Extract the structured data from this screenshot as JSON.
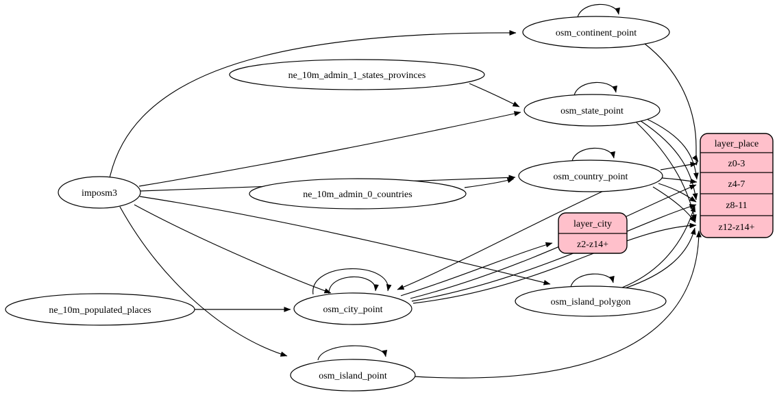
{
  "diagram": {
    "type": "digraph",
    "background": "#ffffff",
    "table_node_fill": "#ffffff",
    "layer_node_fill": "#ffc0cb",
    "edge_color": "#000000",
    "nodes": {
      "imposm3": {
        "label": "imposm3"
      },
      "ne_10m_admin_1_states_provinces": {
        "label": "ne_10m_admin_1_states_provinces"
      },
      "ne_10m_admin_0_countries": {
        "label": "ne_10m_admin_0_countries"
      },
      "ne_10m_populated_places": {
        "label": "ne_10m_populated_places"
      },
      "osm_continent_point": {
        "label": "osm_continent_point"
      },
      "osm_state_point": {
        "label": "osm_state_point"
      },
      "osm_country_point": {
        "label": "osm_country_point"
      },
      "osm_city_point": {
        "label": "osm_city_point"
      },
      "osm_island_polygon": {
        "label": "osm_island_polygon"
      },
      "osm_island_point": {
        "label": "osm_island_point"
      },
      "layer_place": {
        "title": "layer_place",
        "rows": [
          "z0-3",
          "z4-7",
          "z8-11",
          "z12-z14+"
        ]
      },
      "layer_city": {
        "title": "layer_city",
        "rows": [
          "z2-z14+"
        ]
      }
    },
    "edges": [
      {
        "from": "imposm3",
        "to": "osm_continent_point"
      },
      {
        "from": "imposm3",
        "to": "osm_state_point"
      },
      {
        "from": "imposm3",
        "to": "osm_country_point"
      },
      {
        "from": "imposm3",
        "to": "osm_city_point"
      },
      {
        "from": "imposm3",
        "to": "osm_island_polygon"
      },
      {
        "from": "imposm3",
        "to": "osm_island_point"
      },
      {
        "from": "ne_10m_admin_1_states_provinces",
        "to": "osm_state_point"
      },
      {
        "from": "ne_10m_admin_0_countries",
        "to": "osm_country_point"
      },
      {
        "from": "ne_10m_populated_places",
        "to": "osm_city_point"
      },
      {
        "from": "osm_continent_point",
        "to": "osm_continent_point",
        "self_loop": true
      },
      {
        "from": "osm_state_point",
        "to": "osm_state_point",
        "self_loop": true
      },
      {
        "from": "osm_country_point",
        "to": "osm_country_point",
        "self_loop": true
      },
      {
        "from": "osm_city_point",
        "to": "osm_city_point",
        "self_loop": true
      },
      {
        "from": "osm_city_point",
        "to": "osm_city_point",
        "self_loop": true
      },
      {
        "from": "osm_island_polygon",
        "to": "osm_island_polygon",
        "self_loop": true
      },
      {
        "from": "osm_island_point",
        "to": "osm_island_point",
        "self_loop": true
      },
      {
        "from": "osm_continent_point",
        "to": "layer_place",
        "to_row": "z0-3"
      },
      {
        "from": "osm_country_point",
        "to": "layer_place",
        "to_row": "z0-3"
      },
      {
        "from": "osm_country_point",
        "to": "layer_place",
        "to_row": "z4-7"
      },
      {
        "from": "osm_country_point",
        "to": "layer_place",
        "to_row": "z8-11"
      },
      {
        "from": "osm_country_point",
        "to": "layer_place",
        "to_row": "z12-z14+"
      },
      {
        "from": "osm_state_point",
        "to": "layer_place",
        "to_row": "z4-7"
      },
      {
        "from": "osm_state_point",
        "to": "layer_place",
        "to_row": "z8-11"
      },
      {
        "from": "osm_state_point",
        "to": "layer_place",
        "to_row": "z12-z14+"
      },
      {
        "from": "osm_city_point",
        "to": "layer_place",
        "to_row": "z4-7"
      },
      {
        "from": "osm_city_point",
        "to": "layer_place",
        "to_row": "z8-11"
      },
      {
        "from": "osm_city_point",
        "to": "layer_place",
        "to_row": "z12-z14+"
      },
      {
        "from": "osm_island_polygon",
        "to": "layer_place",
        "to_row": "z8-11"
      },
      {
        "from": "osm_island_polygon",
        "to": "layer_place",
        "to_row": "z12-z14+"
      },
      {
        "from": "osm_island_point",
        "to": "layer_place",
        "to_row": "z12-z14+"
      },
      {
        "from": "osm_city_point",
        "to": "layer_city",
        "to_row": "z2-z14+"
      },
      {
        "from": "osm_country_point",
        "to": "osm_city_point"
      }
    ]
  }
}
